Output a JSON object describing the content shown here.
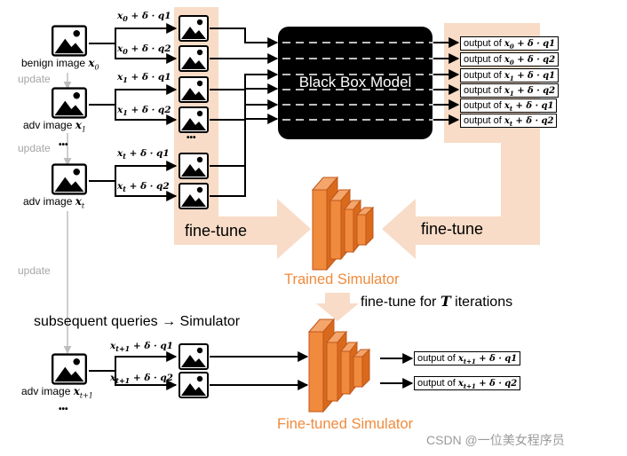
{
  "source_images": [
    {
      "label": "benign image ",
      "var": "x",
      "sub": "0"
    },
    {
      "label": "adv image ",
      "var": "x",
      "sub": "1"
    },
    {
      "label": "adv image ",
      "var": "x",
      "sub": "t"
    },
    {
      "label": "adv image ",
      "var": "x",
      "sub": "t+1"
    }
  ],
  "update_labels": [
    "update",
    "update",
    "update"
  ],
  "query_labels": [
    {
      "var": "x",
      "sub": "0",
      "rest": " + δ · q1"
    },
    {
      "var": "x",
      "sub": "0",
      "rest": " + δ · q2"
    },
    {
      "var": "x",
      "sub": "1",
      "rest": " + δ · q1"
    },
    {
      "var": "x",
      "sub": "1",
      "rest": " + δ · q2"
    },
    {
      "var": "x",
      "sub": "t",
      "rest": " + δ · q1"
    },
    {
      "var": "x",
      "sub": "t",
      "rest": " + δ · q2"
    },
    {
      "var": "x",
      "sub": "t+1",
      "rest": " + δ · q1"
    },
    {
      "var": "x",
      "sub": "t+1",
      "rest": " + δ · q2"
    }
  ],
  "dots": "•••",
  "black_box_title": "Black Box Model",
  "outputs_prefix": "output of ",
  "outputs": [
    {
      "var": "x",
      "sub": "0",
      "rest": " + δ · q1"
    },
    {
      "var": "x",
      "sub": "0",
      "rest": " + δ · q2"
    },
    {
      "var": "x",
      "sub": "1",
      "rest": " + δ · q1"
    },
    {
      "var": "x",
      "sub": "1",
      "rest": " + δ · q2"
    },
    {
      "var": "x",
      "sub": "t",
      "rest": " + δ · q1"
    },
    {
      "var": "x",
      "sub": "t",
      "rest": " + δ · q2"
    }
  ],
  "simulator_outputs": [
    {
      "var": "x",
      "sub": "t+1",
      "rest": " + δ · q1"
    },
    {
      "var": "x",
      "sub": "t+1",
      "rest": " + δ · q2"
    }
  ],
  "fine_tune_left": "fine-tune",
  "fine_tune_right": "fine-tune",
  "trained_simulator": "Trained Simulator",
  "fine_tune_iterations_pre": "fine-tune for ",
  "fine_tune_iterations_var": "T",
  "fine_tune_iterations_post": " iterations",
  "subsequent_queries": "subsequent queries → Simulator",
  "fine_tuned_simulator": "Fine-tuned Simulator",
  "watermark": "CSDN @一位美女程序员",
  "colors": {
    "peach": "#f8dcc7",
    "orange": "#f08a3c",
    "orange_dark": "#d96a1c",
    "black_box": "#000000",
    "grey_text": "#a6a6a6"
  }
}
